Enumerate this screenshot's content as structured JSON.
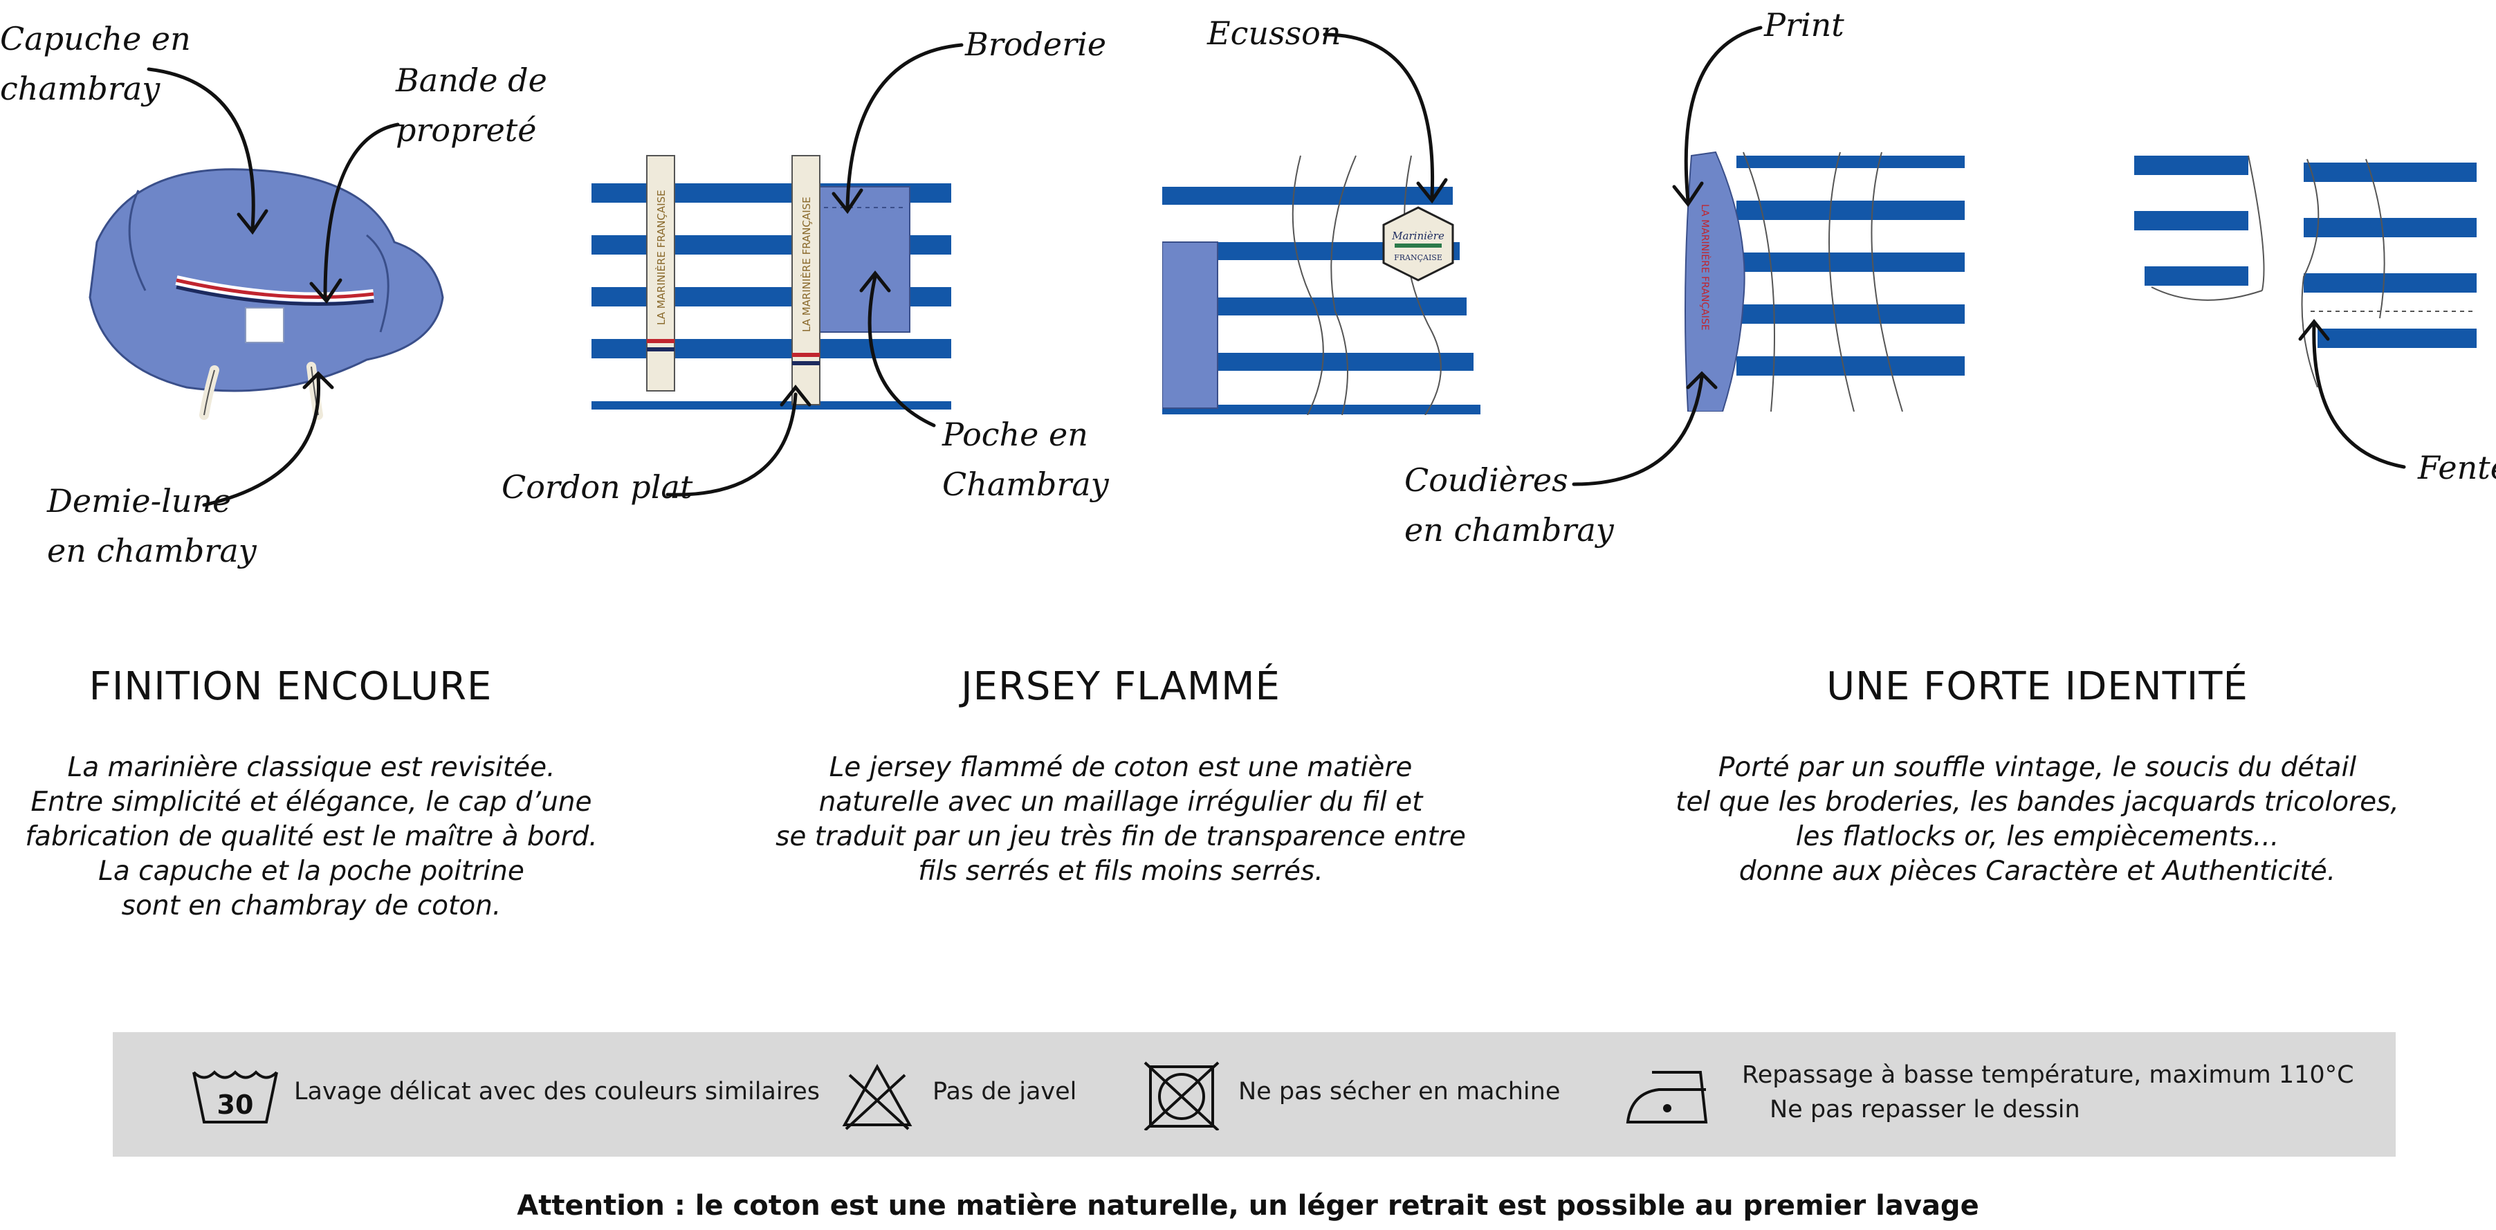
{
  "annotations": {
    "capuche": [
      "Capuche en",
      "chambray"
    ],
    "bande": [
      "Bande de",
      "propreté"
    ],
    "demi_lune": [
      "Demie-lune",
      "en chambray"
    ],
    "broderie": "Broderie",
    "cordon": "Cordon plat",
    "poche": [
      "Poche en",
      "Chambray"
    ],
    "ecusson": "Ecusson",
    "print": "Print",
    "coudieres": [
      "Coudières",
      "en chambray"
    ],
    "fente": "Fente"
  },
  "label_text": {
    "strap": "LA MARINIÈRE FRANÇAISE",
    "badge_top": "Marinière",
    "badge_bottom": "FRANÇAISE"
  },
  "sections": [
    {
      "title": "FINITION ENCOLURE",
      "lines": [
        "La marinière classique est revisitée.",
        "Entre simplicité et élégance, le cap d’une",
        "fabrication de qualité est le maître à bord.",
        "La capuche et la poche poitrine",
        "sont en chambray de coton."
      ]
    },
    {
      "title": "JERSEY FLAMMÉ",
      "lines": [
        "Le jersey flammé de coton est une matière",
        "naturelle avec un maillage irrégulier du fil et",
        "se traduit par un jeu très fin de transparence entre",
        "fils serrés et fils moins serrés."
      ]
    },
    {
      "title": "UNE FORTE IDENTITÉ",
      "lines": [
        "Porté par un souffle vintage, le soucis du détail",
        "tel que les broderies, les bandes jacquards tricolores,",
        "les flatlocks or, les empiècements...",
        "donne aux pièces Caractère et Authenticité."
      ]
    }
  ],
  "care": {
    "wash_temp": "30",
    "wash": "Lavage délicat avec des couleurs similaires",
    "bleach": "Pas de javel",
    "dry": "Ne pas sécher en machine",
    "iron_line1": "Repassage à basse température, maximum 110°C",
    "iron_line2": "Ne pas repasser le dessin"
  },
  "warning": "Attention : le coton est une matière naturelle, un léger retrait est possible au premier lavage",
  "colors": {
    "stripe_blue": "#1357a8",
    "chambray": "#6e86c8",
    "care_bg": "#d9d9d9",
    "cream": "#efeadb"
  },
  "icons": [
    "washing-30-icon",
    "no-bleach-icon",
    "no-tumble-dry-icon",
    "iron-low-icon"
  ]
}
